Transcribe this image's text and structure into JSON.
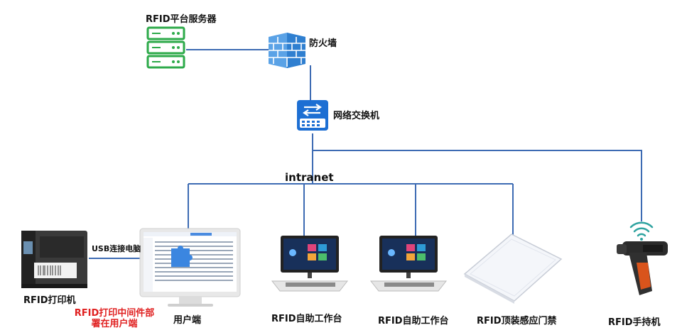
{
  "nodes": {
    "server": "RFID平台服务器",
    "firewall": "防火墙",
    "switch": "网络交换机",
    "network": "intranet",
    "printer": "RFID打印机",
    "usb_link": "USB连接电脑",
    "middleware_note_line1": "RFID打印中间件部",
    "middleware_note_line2": "署在用户端",
    "client": "用户端",
    "workstation_1": "RFID自助工作台",
    "workstation_2": "RFID自助工作台",
    "gate": "RFID顶装感应门禁",
    "handheld": "RFID手持机"
  },
  "colors": {
    "link": "#3d6bb3",
    "server": "#2daa4a",
    "firewall": "#2f7fd0",
    "switch": "#1d6fd3",
    "note": "#e02020"
  }
}
